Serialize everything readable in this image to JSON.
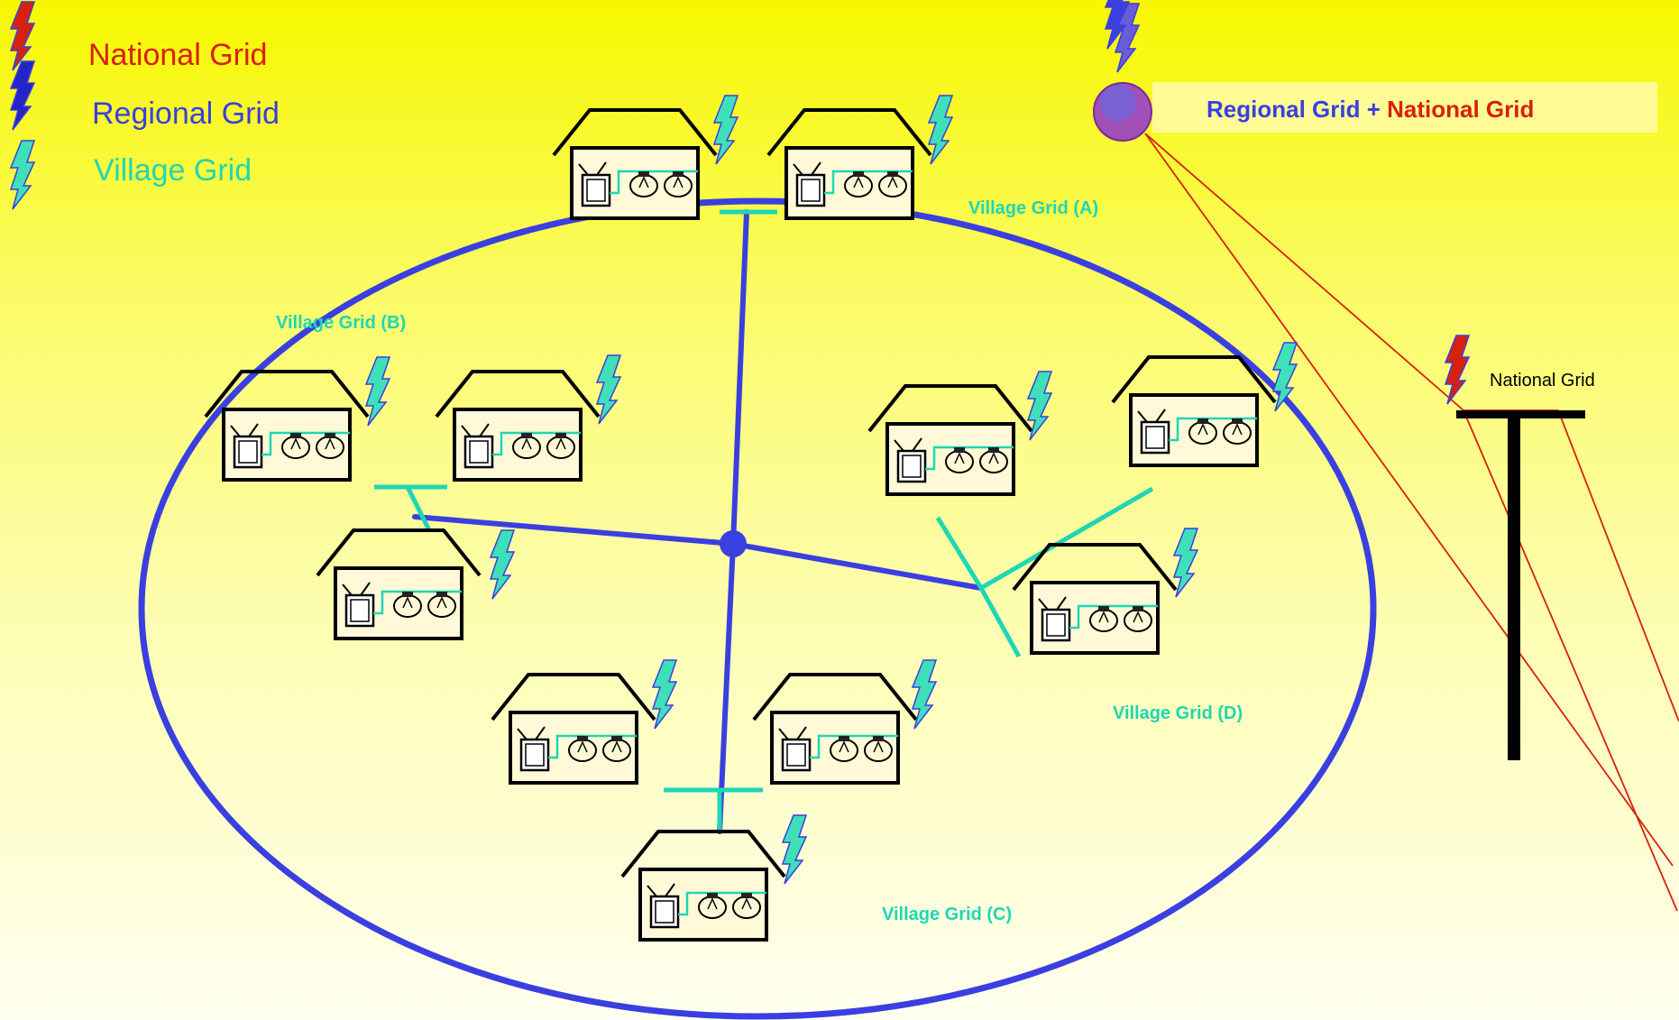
{
  "legend": {
    "national": {
      "label": "National Grid",
      "color": "#d8210d"
    },
    "regional": {
      "label": "Regional Grid",
      "color": "#3a3fe0"
    },
    "village": {
      "label": "Village Grid",
      "color": "#1fd6b5"
    }
  },
  "banner": {
    "regional_part": "Regional Grid",
    "plus": "+",
    "national_part": "National Grid"
  },
  "village_grids": {
    "a": "Village Grid (A)",
    "b": "Village Grid (B)",
    "c": "Village Grid (C)",
    "d": "Village Grid (D)"
  },
  "pole": {
    "label": "National Grid"
  },
  "icons": {
    "house": "house-icon",
    "tv": "tv-icon",
    "bulb": "light-bulb-icon",
    "bolt": "lightning-bolt-icon"
  }
}
